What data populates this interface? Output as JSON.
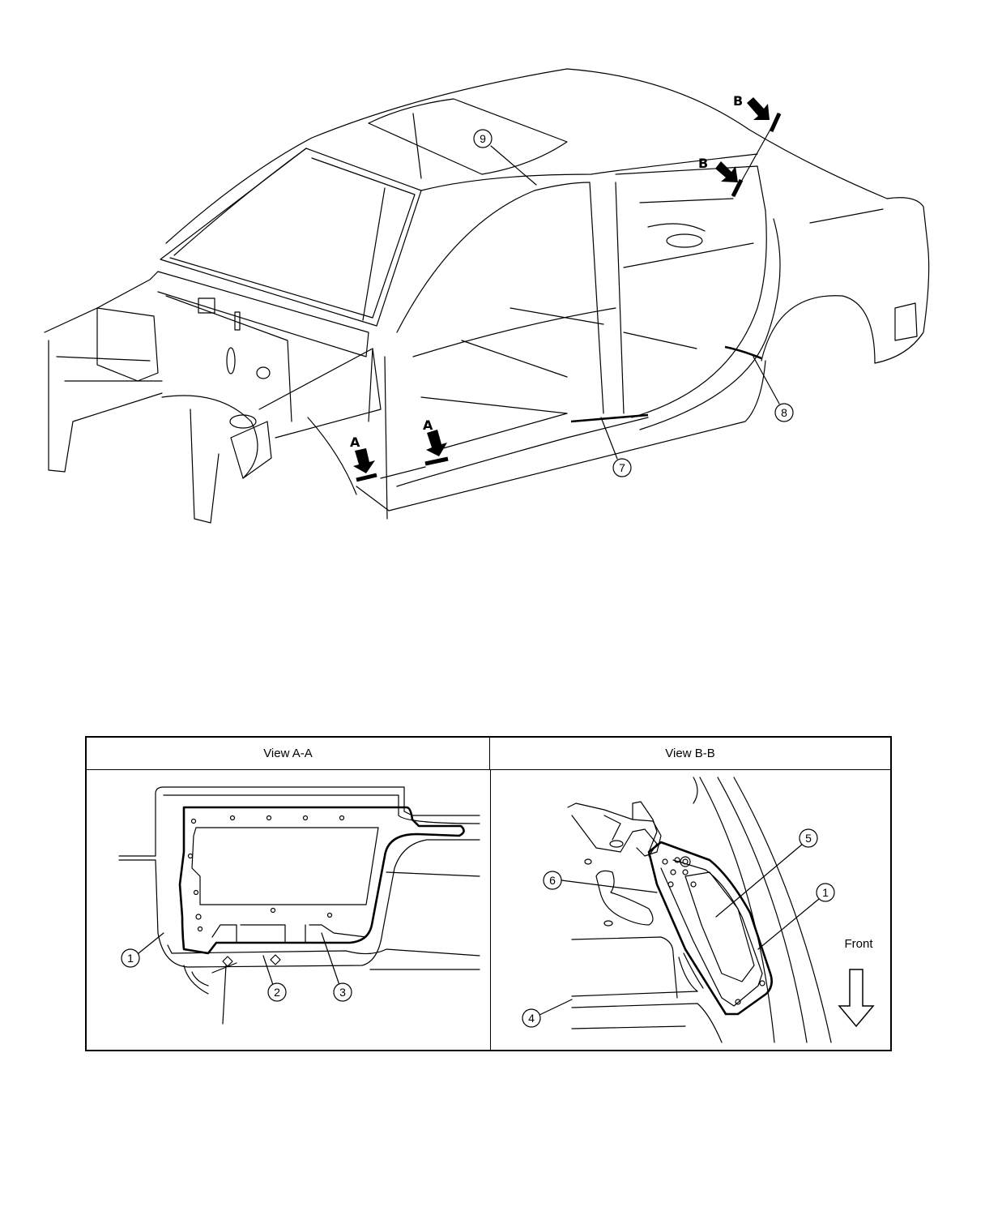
{
  "views": {
    "view_a_title": "View A-A",
    "view_b_title": "View B-B"
  },
  "car_labels": {
    "section_a": "A",
    "section_b": "B"
  },
  "callouts": {
    "c1": "1",
    "c2": "2",
    "c3": "3",
    "c4": "4",
    "c5": "5",
    "c6": "6",
    "c7": "7",
    "c8": "8",
    "c9": "9"
  },
  "front_label": "Front"
}
